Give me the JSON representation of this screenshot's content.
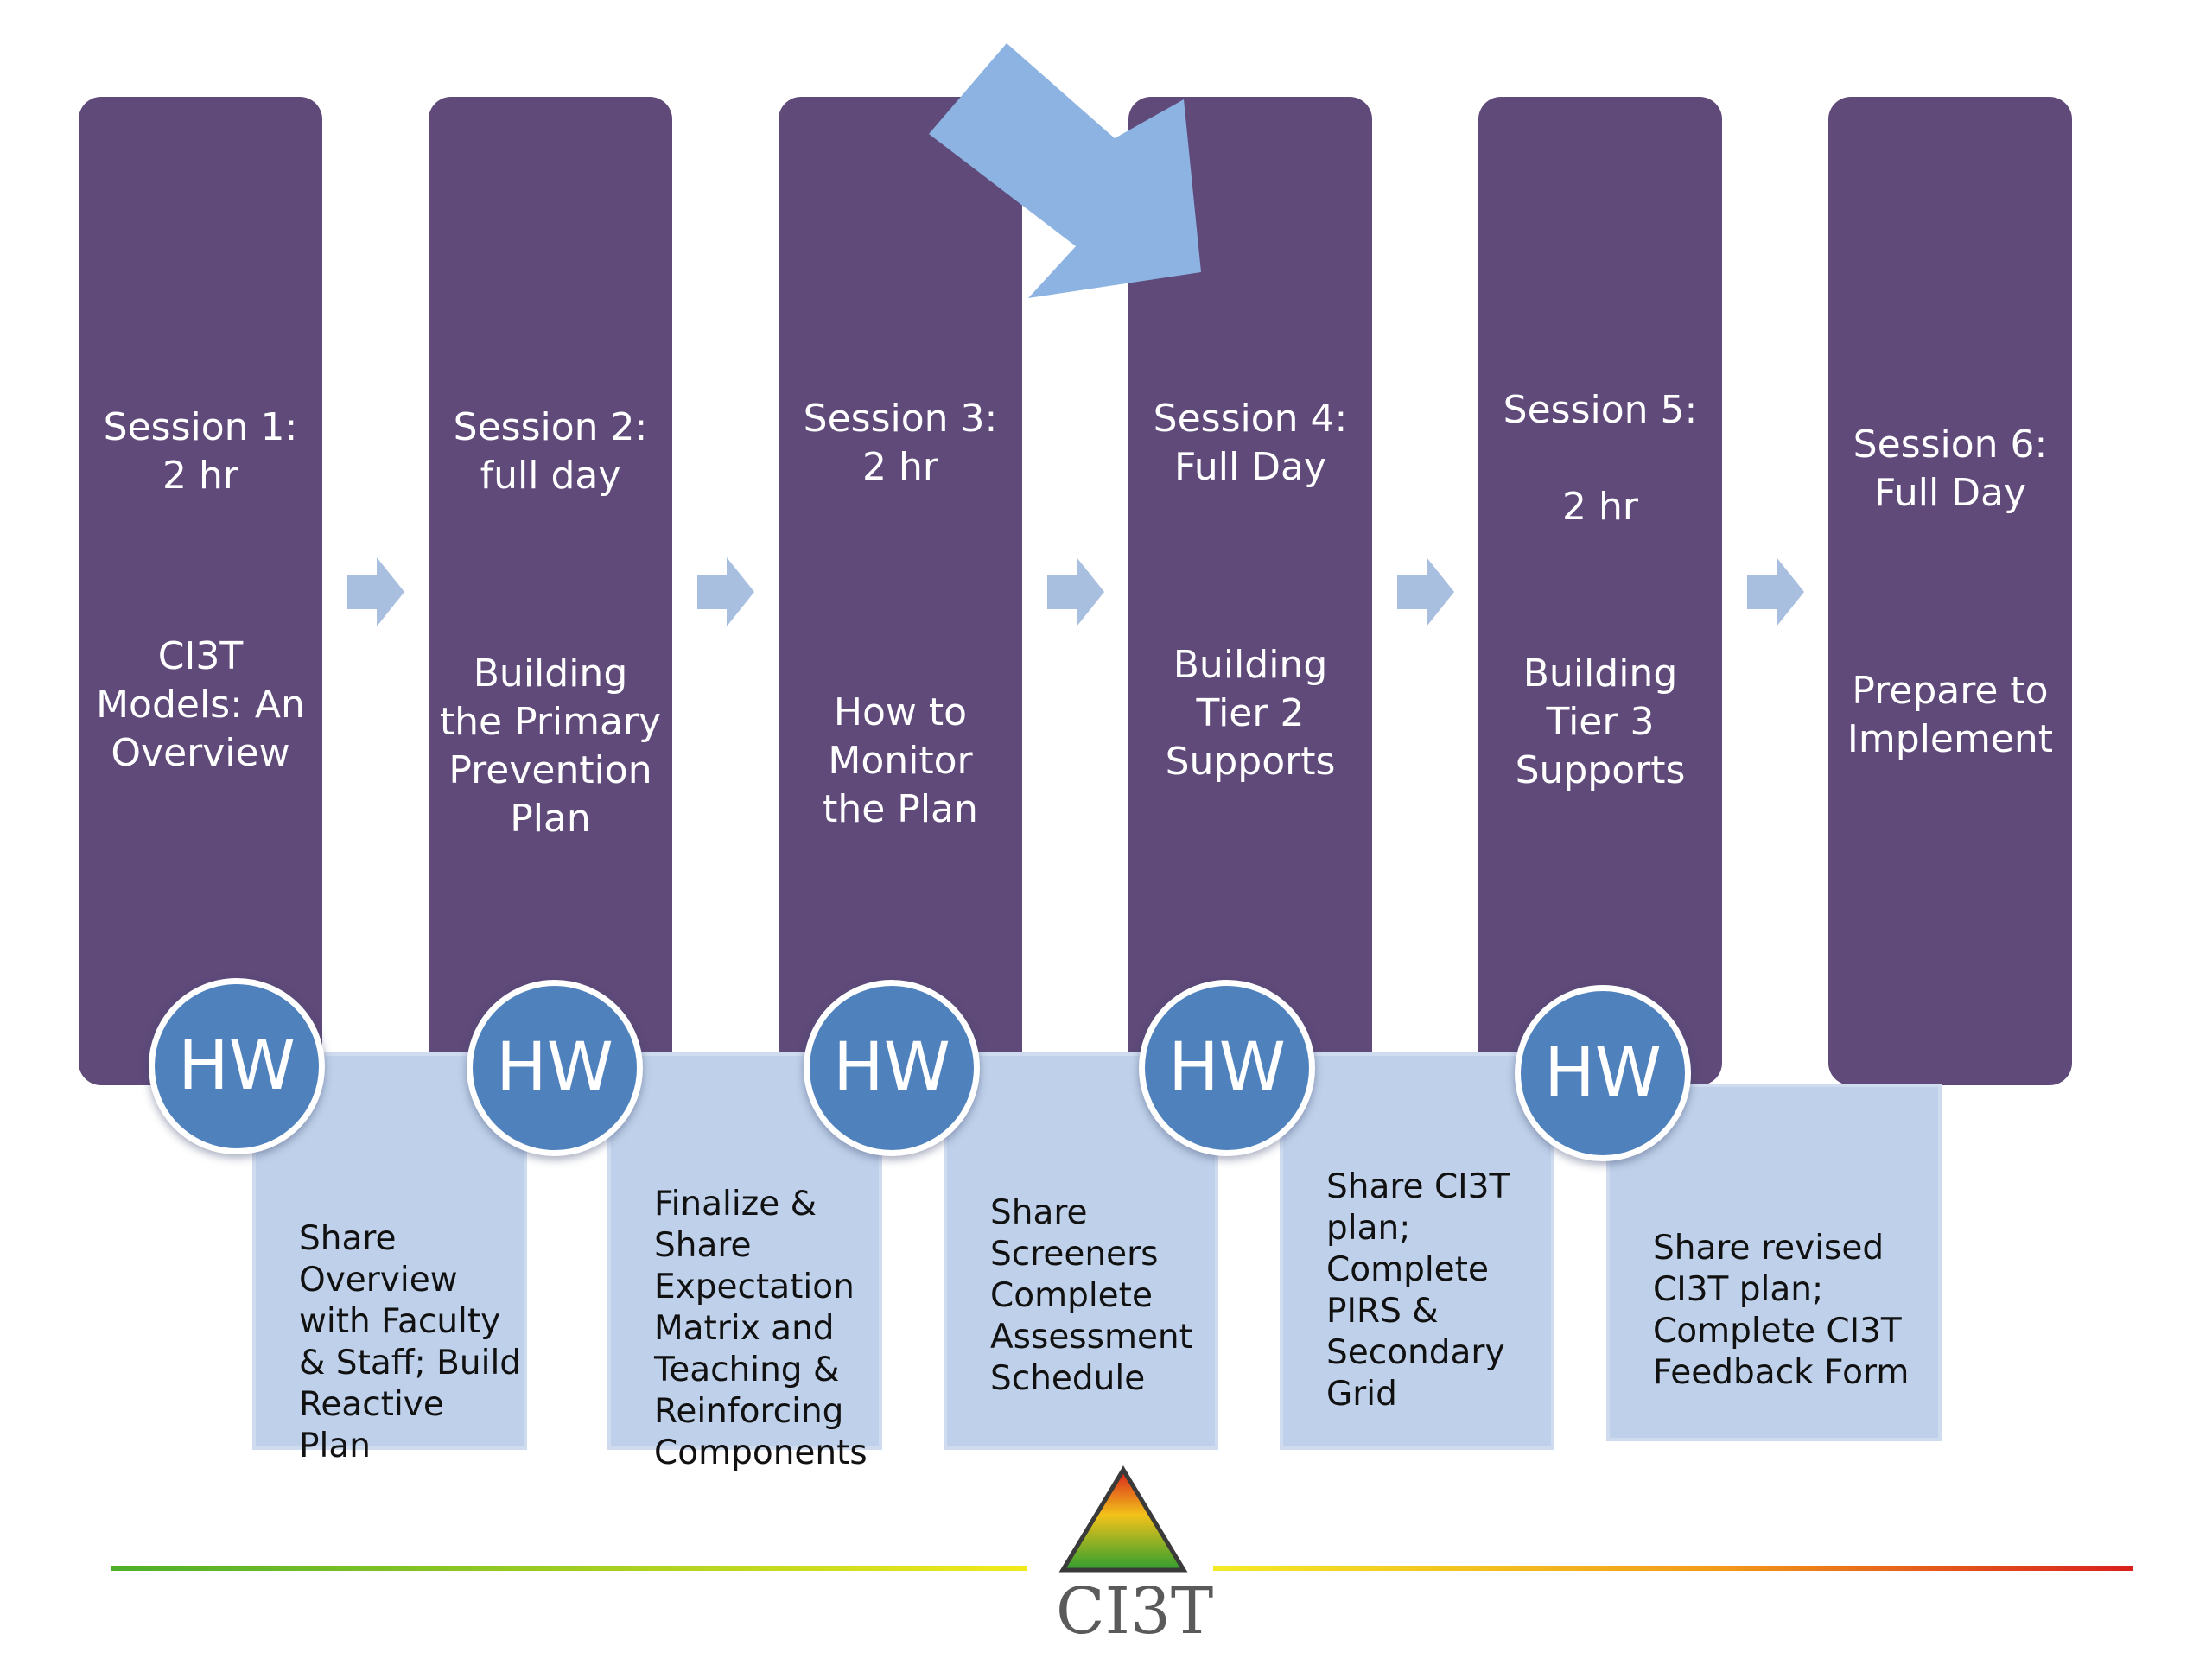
{
  "sessions": [
    {
      "head": "Session 1:\n2 hr",
      "topic": "CI3T\nModels: An\nOverview"
    },
    {
      "head": "Session 2:\nfull day",
      "topic": "Building\nthe Primary\nPrevention\nPlan"
    },
    {
      "head": "Session 3:\n2 hr",
      "topic": "How to\nMonitor\nthe Plan"
    },
    {
      "head": "Session 4:\nFull Day",
      "topic": "Building\nTier 2\nSupports"
    },
    {
      "head": "Session 5:\n\n2 hr",
      "topic": "Building\nTier 3\nSupports"
    },
    {
      "head": "Session 6:\nFull Day",
      "topic": "Prepare to\nImplement"
    }
  ],
  "homework": [
    {
      "label": "HW",
      "text": "Share\nOverview\nwith Faculty\n& Staff; Build\nReactive Plan"
    },
    {
      "label": "HW",
      "text": "Finalize &\nShare\nExpectation\nMatrix and\nTeaching &\nReinforcing\nComponents"
    },
    {
      "label": "HW",
      "text": "Share\nScreeners\nComplete\nAssessment\nSchedule"
    },
    {
      "label": "HW",
      "text": "Share CI3T\nplan;\nComplete\nPIRS &\nSecondary\nGrid"
    },
    {
      "label": "HW",
      "text": "Share revised\nCI3T plan;\nComplete CI3T\nFeedback Form"
    }
  ],
  "logo": {
    "text": "CI3T"
  },
  "colors": {
    "session_fill": "#5f4a7a",
    "homework_fill": "#bfd1ea",
    "hw_circle": "#4f81bd",
    "highlight_arrow": "#8db3e2",
    "chevron": "#a9bfdf"
  }
}
